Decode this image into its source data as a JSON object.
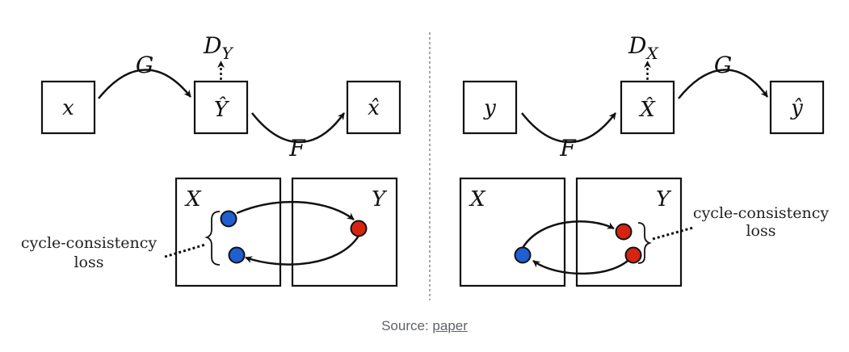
{
  "left": {
    "boxes": {
      "input": "x",
      "generated": "Ŷ",
      "reconstructed": "x̂"
    },
    "arrows": {
      "forward": "G",
      "backward": "F"
    },
    "discriminator": {
      "base": "D",
      "sub": "Y"
    },
    "domains": {
      "first": "X",
      "second": "Y"
    },
    "loss_label": [
      "cycle-consistency",
      "loss"
    ]
  },
  "right": {
    "boxes": {
      "input": "y",
      "generated": "X̂",
      "reconstructed": "ŷ"
    },
    "arrows": {
      "forward": "F",
      "backward": "G"
    },
    "discriminator": {
      "base": "D",
      "sub": "X"
    },
    "domains": {
      "first": "X",
      "second": "Y"
    },
    "loss_label": [
      "cycle-consistency",
      "loss"
    ]
  },
  "caption": {
    "prefix": "Source: ",
    "link": "paper"
  },
  "colors": {
    "blue": "#1f5fd0",
    "red": "#d62410",
    "stroke": "#111111",
    "divider": "#888888"
  }
}
